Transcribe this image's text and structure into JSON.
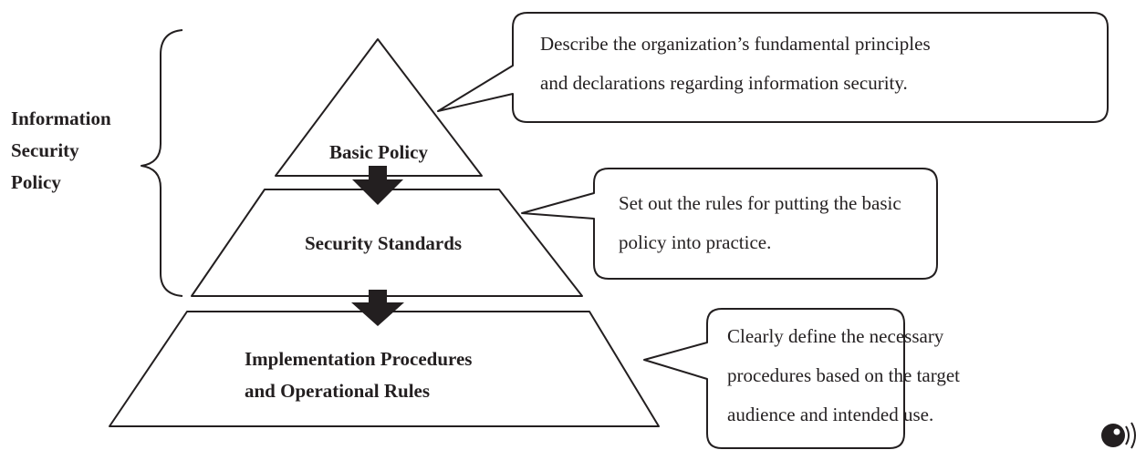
{
  "policy_group": {
    "label_lines": [
      "Information",
      "Security",
      "Policy"
    ]
  },
  "tiers": [
    {
      "id": "basic-policy",
      "lines": [
        "Basic Policy"
      ]
    },
    {
      "id": "security-standards",
      "lines": [
        "Security Standards"
      ]
    },
    {
      "id": "implementation",
      "lines": [
        "Implementation Procedures",
        "and Operational Rules"
      ]
    }
  ],
  "callouts": [
    {
      "id": "basic-policy",
      "lines": [
        "Describe the organization’s fundamental principles",
        "and declarations regarding information security."
      ]
    },
    {
      "id": "security-standards",
      "lines": [
        "Set out the rules for putting the basic",
        "policy into practice."
      ]
    },
    {
      "id": "implementation",
      "lines": [
        "Clearly define the necessary",
        "procedures based on the target",
        "audience and intended use."
      ]
    }
  ],
  "corner_icon": "speaker-icon",
  "colors": {
    "stroke": "#231f20",
    "background": "#ffffff"
  }
}
